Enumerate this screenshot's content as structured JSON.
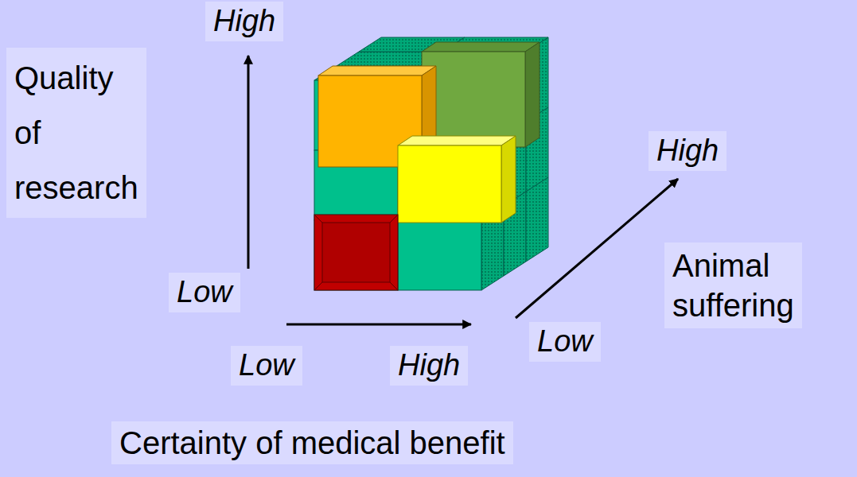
{
  "diagram": {
    "labels": [
      "High",
      "Quality of research",
      "High",
      "Animal suffering",
      "Low",
      "Low",
      "High",
      "Low",
      "Certainty of medical benefit"
    ]
  }
}
